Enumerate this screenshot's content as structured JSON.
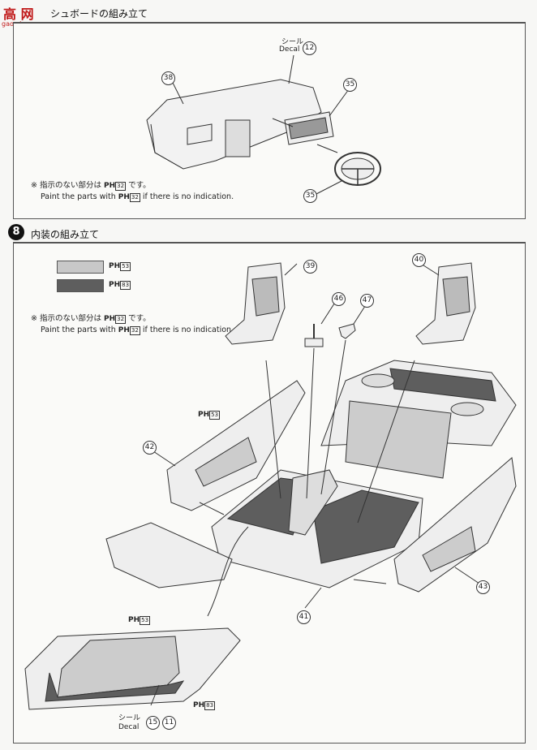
{
  "logo": {
    "text": "高 网",
    "url": "gao-shou.com"
  },
  "step7": {
    "title": "シュボードの組み立て",
    "decal_jp": "シール",
    "decal_en": "Decal",
    "decal_num": "12",
    "parts": {
      "p38": "38",
      "p35a": "35",
      "p35b": "35"
    },
    "note_jp": "※ 指示のない部分は",
    "note_jp2": "です。",
    "note_en1": "Paint the parts with",
    "note_en2": "if there is no indication.",
    "ph_label": "PH",
    "ph_num": "32"
  },
  "step8": {
    "number": "8",
    "title": "内装の組み立て",
    "legend": [
      {
        "ph": "PH",
        "num": "53",
        "color": "#c8c8c8"
      },
      {
        "ph": "PH",
        "num": "83",
        "color": "#5e5e5e"
      }
    ],
    "note_jp": "※ 指示のない部分は",
    "note_jp2": "です。",
    "note_en1": "Paint the parts with",
    "note_en2": "if there is no indication.",
    "ph_label": "PH",
    "ph_num": "32",
    "door_ph_num": "53",
    "parts": {
      "p39": "39",
      "p40": "40",
      "p46": "46",
      "p47": "47",
      "p42": "42",
      "p41": "41",
      "p43": "43"
    },
    "inset": {
      "ph_top": "PH",
      "ph_top_num": "53",
      "ph_bottom": "PH",
      "ph_bottom_num": "83",
      "decal_jp": "シール",
      "decal_en": "Decal",
      "decal_nums": [
        "15",
        "11"
      ]
    }
  }
}
